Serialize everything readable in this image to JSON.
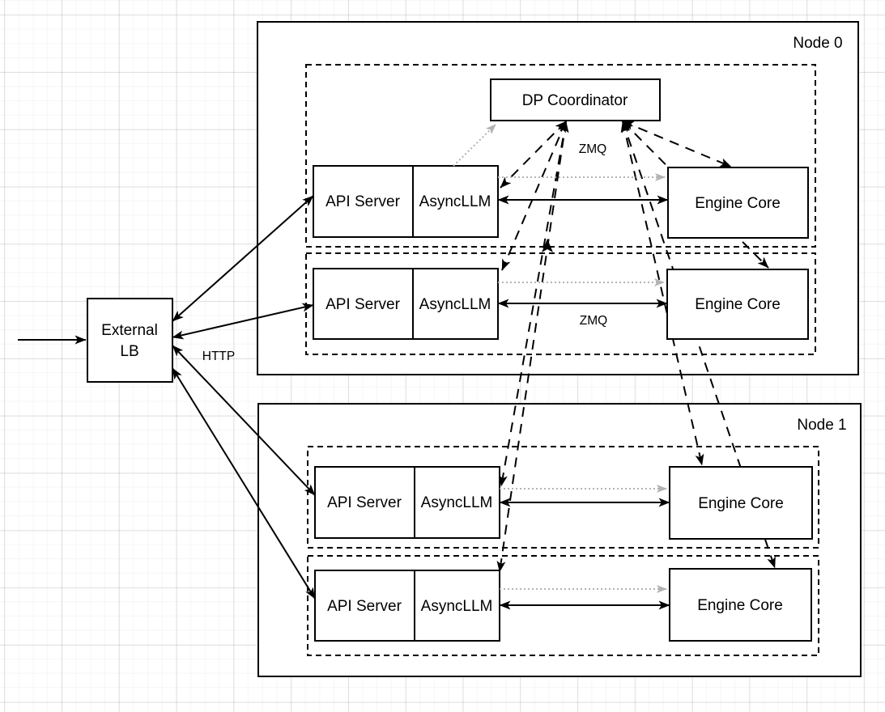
{
  "diagram": {
    "external_lb": {
      "line1": "External",
      "line2": "LB"
    },
    "edge_labels": {
      "http": "HTTP",
      "zmq_coordinator": "ZMQ",
      "zmq_rank1": "ZMQ"
    },
    "node0": {
      "title": "Node 0",
      "dp_coordinator_label": "DP Coordinator",
      "ranks": [
        {
          "api_server": "API Server",
          "async_llm": "AsyncLLM",
          "engine_core": "Engine Core"
        },
        {
          "api_server": "API Server",
          "async_llm": "AsyncLLM",
          "engine_core": "Engine Core"
        }
      ]
    },
    "node1": {
      "title": "Node 1",
      "ranks": [
        {
          "api_server": "API Server",
          "async_llm": "AsyncLLM",
          "engine_core": "Engine Core"
        },
        {
          "api_server": "API Server",
          "async_llm": "AsyncLLM",
          "engine_core": "Engine Core"
        }
      ]
    },
    "colors": {
      "stroke": "#000000",
      "secondary_arrow": "#b3b3b3",
      "box_fill": "#ffffff"
    }
  }
}
